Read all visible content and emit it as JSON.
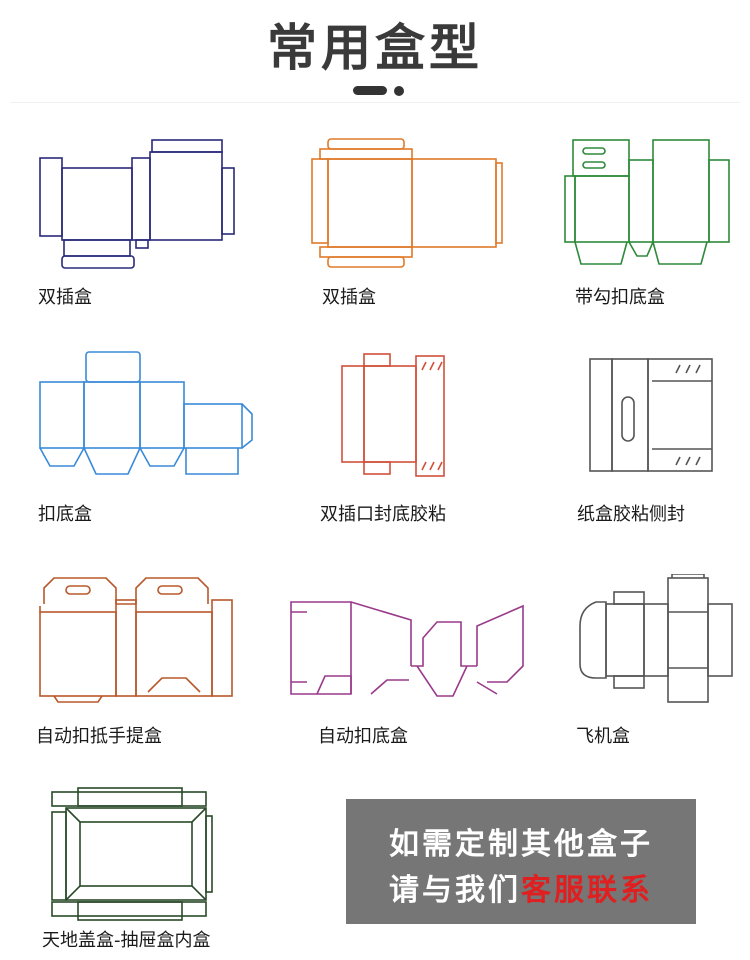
{
  "page_title": "常用盒型",
  "boxes": [
    {
      "label": "双插盒",
      "color": "#2a2a7a"
    },
    {
      "label": "双插盒",
      "color": "#e07a2a"
    },
    {
      "label": "带勾扣底盒",
      "color": "#2e8a3a"
    },
    {
      "label": "扣底盒",
      "color": "#3a8ad8"
    },
    {
      "label": "双插口封底胶粘",
      "color": "#d0503a"
    },
    {
      "label": "纸盒胶粘侧封",
      "color": "#555555"
    },
    {
      "label": "自动扣抵手提盒",
      "color": "#b8582a"
    },
    {
      "label": "自动扣底盒",
      "color": "#9a3a8a"
    },
    {
      "label": "飞机盒",
      "color": "#555555"
    },
    {
      "label": "天地盖盒-抽屉盒内盒",
      "color": "#2a4a2a"
    }
  ],
  "cta": {
    "line1": "如需定制其他盒子",
    "line2_prefix": "请与我们",
    "line2_highlight": "客服联系",
    "background": "#767676",
    "highlight_color": "#e02020"
  }
}
